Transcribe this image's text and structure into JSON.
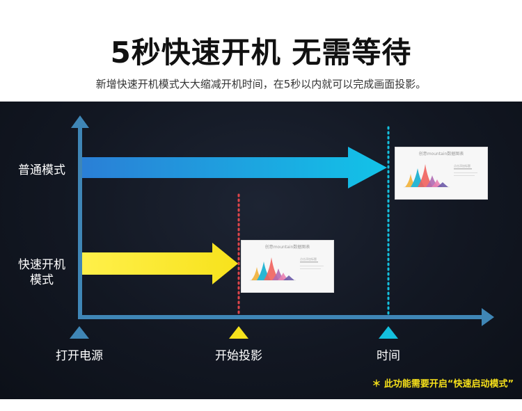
{
  "header": {
    "title": "5秒快速开机 无需等待",
    "subtitle": "新增快速开机模式大大缩减开机时间，在5秒以内就可以完成画面投影。"
  },
  "diagram": {
    "rows": [
      {
        "label_line1": "普通模式",
        "label_line2": "",
        "arrow_color_start": "#2a7fd6",
        "arrow_color_end": "#12c3e8"
      },
      {
        "label_line1": "快速开机",
        "label_line2": "模式",
        "arrow_color_start": "#fff04a",
        "arrow_color_end": "#f7e21c"
      }
    ],
    "ticks": [
      {
        "label": "打开电源",
        "marker_color": "#3f86b6"
      },
      {
        "label": "开始投影",
        "marker_color": "#f5e21c"
      },
      {
        "label": "时间",
        "marker_color": "#14c0de"
      }
    ],
    "axis_color": "#3f86b6",
    "dotted_line_colors": {
      "projection_start": "#e0454a",
      "normal_end": "#14c0de"
    },
    "note": "＊ 此功能需要开启“快速启动模式”",
    "thumbnail": {
      "title": "创意mountain数据图表",
      "legend_title": "点击添加标题",
      "peak_colors": [
        "#f2b84b",
        "#29b6d4",
        "#f0625d",
        "#b06ab3",
        "#e87fb0",
        "#6b5aa8"
      ]
    }
  }
}
